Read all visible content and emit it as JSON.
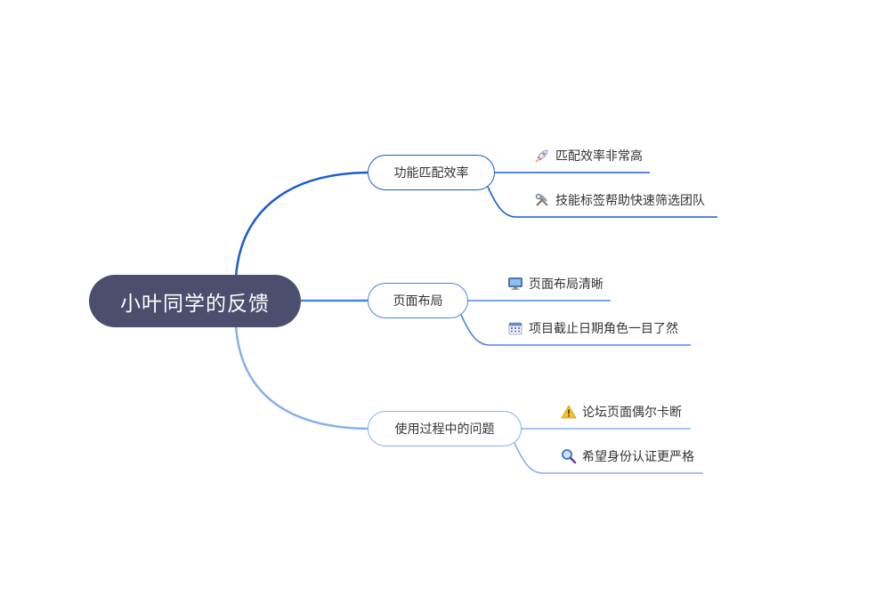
{
  "root": {
    "label": "小叶同学的反馈"
  },
  "branches": [
    {
      "label": "功能匹配效率",
      "color": "#1c5bd2",
      "leaves": [
        {
          "icon": "rocket-icon",
          "label": "匹配效率非常高"
        },
        {
          "icon": "tools-icon",
          "label": "技能标签帮助快速筛选团队"
        }
      ]
    },
    {
      "label": "页面布局",
      "color": "#4a86e0",
      "leaves": [
        {
          "icon": "monitor-icon",
          "label": "页面布局清晰"
        },
        {
          "icon": "calendar-icon",
          "label": "项目截止日期角色一目了然"
        }
      ]
    },
    {
      "label": "使用过程中的问题",
      "color": "#86b0ee",
      "leaves": [
        {
          "icon": "warning-icon",
          "label": "论坛页面偶尔卡断"
        },
        {
          "icon": "magnifier-icon",
          "label": "希望身份认证更严格"
        }
      ]
    }
  ],
  "root_color": "#4b4e6d"
}
